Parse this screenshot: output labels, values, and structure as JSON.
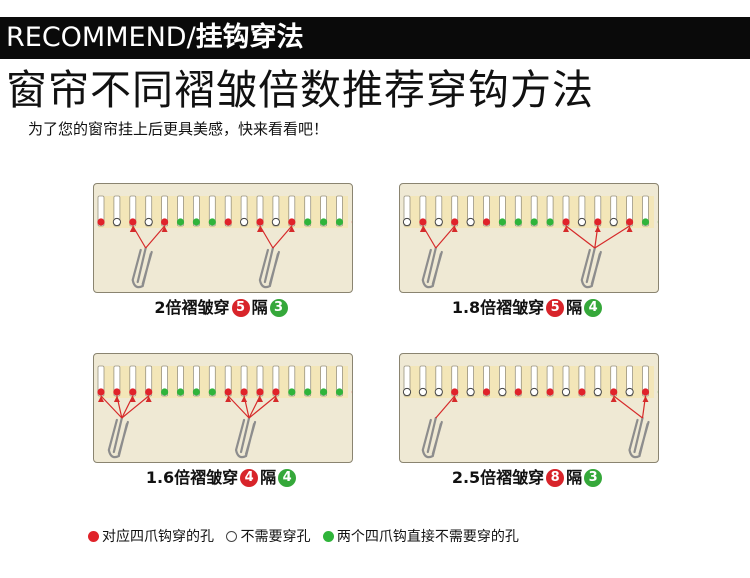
{
  "header": {
    "title_en": "RECOMMEND/",
    "title_cn": "挂钩穿法"
  },
  "page_title": "窗帘不同褶皱倍数推荐穿钩方法",
  "subtitle": "为了您的窗帘挂上后更具美感，快来看看吧！",
  "colors": {
    "red_hole": "#e0232a",
    "green_hole": "#2fb43a",
    "panel_bg": "#efe9d4",
    "header_bg": "#0a0a0a"
  },
  "panels": [
    {
      "ratio_label": "2倍褶皱穿",
      "hooked": "5",
      "skip_label": "隔",
      "skipped": "3",
      "holes": [
        "r",
        "w",
        "r",
        "w",
        "r",
        "g",
        "g",
        "g",
        "r",
        "w",
        "r",
        "w",
        "r",
        "g",
        "g",
        "g",
        "r"
      ],
      "hook_centers": [
        3,
        11
      ]
    },
    {
      "ratio_label": "1.8倍褶皱穿",
      "hooked": "5",
      "skip_label": "隔",
      "skipped": "4",
      "holes": [
        "w",
        "r",
        "w",
        "r",
        "w",
        "r",
        "g",
        "g",
        "g",
        "g",
        "r",
        "w",
        "r",
        "w",
        "r",
        "g",
        "g"
      ],
      "hook_centers": [
        2,
        12
      ]
    },
    {
      "ratio_label": "1.6倍褶皱穿",
      "hooked": "4",
      "skip_label": "隔",
      "skipped": "4",
      "holes": [
        "r",
        "r",
        "r",
        "r",
        "g",
        "g",
        "g",
        "g",
        "r",
        "r",
        "r",
        "r",
        "g",
        "g",
        "g",
        "g",
        "r"
      ],
      "hook_centers": [
        1.5,
        9.5
      ]
    },
    {
      "ratio_label": "2.5倍褶皱穿",
      "hooked": "8",
      "skip_label": "隔",
      "skipped": "3",
      "holes": [
        "w",
        "w",
        "w",
        "r",
        "w",
        "r",
        "w",
        "r",
        "w",
        "r",
        "w",
        "r",
        "w",
        "r",
        "w",
        "r",
        "g"
      ],
      "hook_centers": [
        2,
        15
      ]
    }
  ],
  "legend": [
    {
      "color": "red",
      "label": "对应四爪钩穿的孔"
    },
    {
      "color": "white",
      "label": "不需要穿孔"
    },
    {
      "color": "green",
      "label": "两个四爪钩直接不需要穿的孔"
    }
  ]
}
